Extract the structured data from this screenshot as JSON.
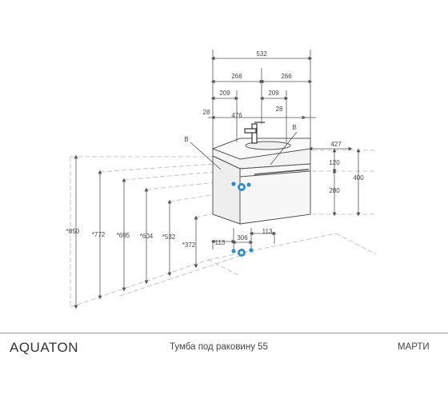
{
  "footer": {
    "brand": "AQUATON",
    "product_title": "Тумба под раковину 55",
    "series": "МАРТИ"
  },
  "dimensions": {
    "width_total": "532",
    "half_left": "266",
    "half_right": "266",
    "offset_left": "209",
    "offset_right": "209",
    "edge_left": "28",
    "inner_width": "476",
    "edge_right": "28",
    "depth": "427",
    "top_height": "120",
    "body_height": "280",
    "total_height": "400",
    "h_850": "*850",
    "h_772": "*772",
    "h_695": "*695",
    "h_604": "*604",
    "h_532": "*532",
    "h_372": "*372",
    "pipe_left": "113",
    "pipe_span": "306",
    "pipe_right": "113",
    "label_b_left": "B",
    "label_b_right": "B"
  },
  "colors": {
    "line": "#555555",
    "pipe": "#2f8fd0",
    "panel": "#f2f2f2"
  }
}
